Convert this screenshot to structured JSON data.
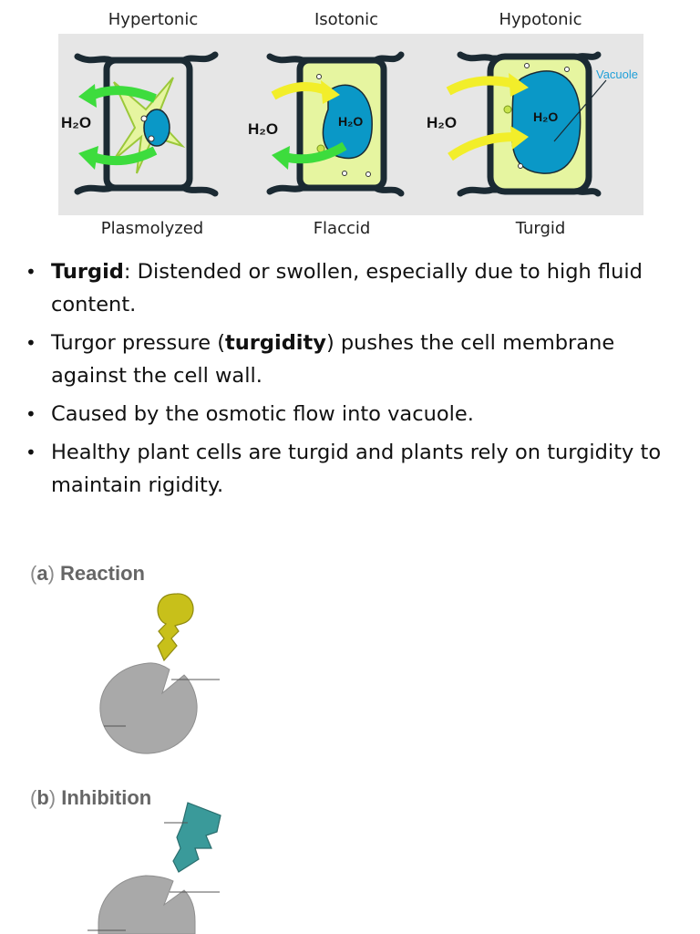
{
  "figure": {
    "top_labels": [
      "Hypertonic",
      "Isotonic",
      "Hypotonic"
    ],
    "bottom_labels": [
      "Plasmolyzed",
      "Flaccid",
      "Turgid"
    ],
    "water": "H₂O",
    "vacuole_label": "Vacuole",
    "colors": {
      "cell_wall": "#1b2a33",
      "cytoplasm": "#e6f5a0",
      "vacuole": "#0a98c7",
      "arrow_yellow": "#f2ee2a",
      "arrow_green": "#3ddc3d",
      "background": "#e6e6e6"
    }
  },
  "bullets": [
    {
      "bold": "Turgid",
      "text": ": Distended or swollen, especially due to high fluid content."
    },
    {
      "pre": "Turgor pressure (",
      "bold": "turgidity",
      "text": ") pushes the cell membrane against the cell wall."
    },
    {
      "text": "Caused by the osmotic flow into vacuole."
    },
    {
      "text": "Healthy plant cells are turgid and plants rely on turgidity to maintain rigidity."
    }
  ],
  "enzyme": {
    "panel_a": {
      "letter": "a",
      "title": "Reaction"
    },
    "panel_b": {
      "letter": "b",
      "title": "Inhibition"
    },
    "colors": {
      "enzyme": "#a9a9a9",
      "substrate": "#c8c01a",
      "inhibitor": "#3a9a9a"
    }
  }
}
